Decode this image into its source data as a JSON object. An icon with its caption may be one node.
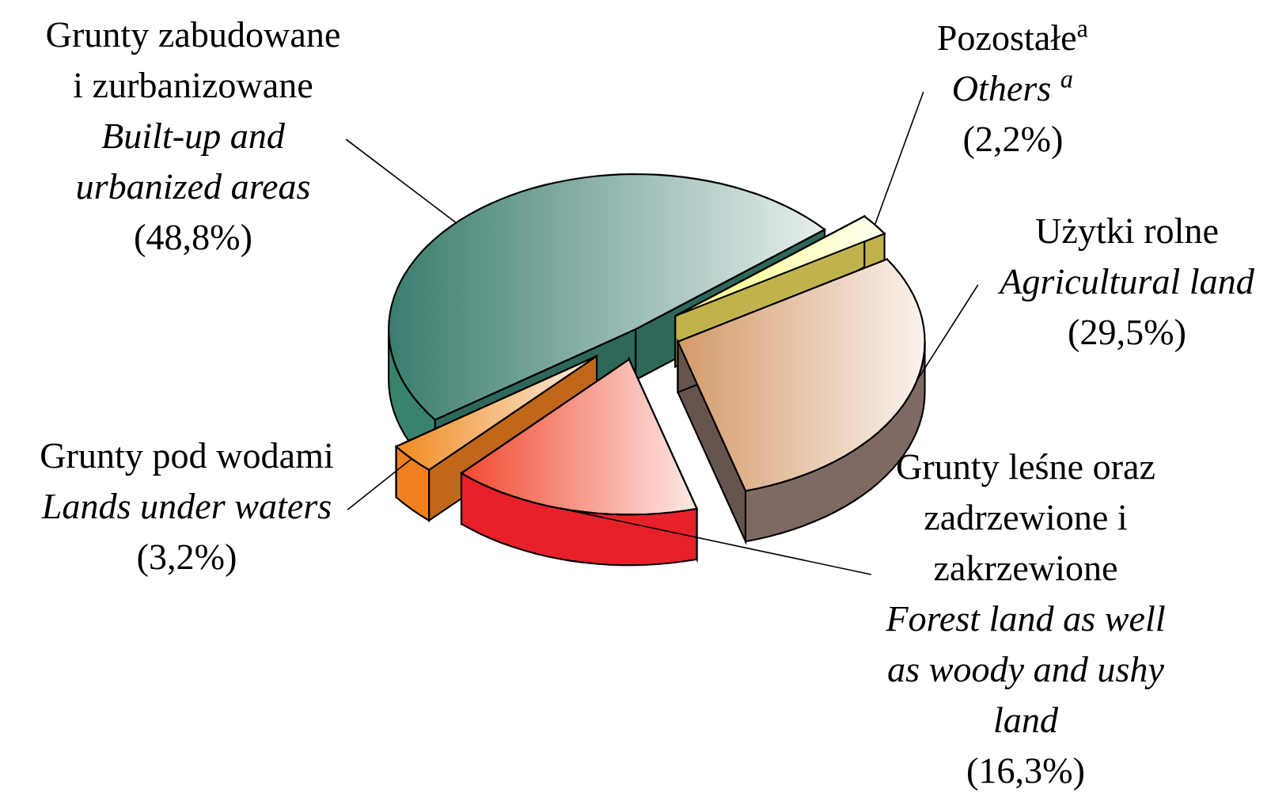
{
  "diagram": {
    "nodes": [
      {
        "text": [
          "Grunty zabudowane i zurbanizowane",
          "Built-up and urbanized areas",
          "(48,8%)"
        ]
      },
      {
        "text": [
          "Pozostałe$^{a}$",
          "Others $^{a}$",
          "(2,2%)"
        ]
      },
      {
        "text": [
          "Użytki rolne",
          "Agricultural land",
          "(29,5%)"
        ]
      },
      {
        "text": [
          "Grunty pod wodami",
          "Lands under waters",
          "(3,2%)"
        ]
      },
      {
        "text": [
          "Grunty leśne oraz zadrzewione i zakrzewione",
          "Forest land as well as woody and ushy land",
          "(16,3%)"
        ]
      },
      {
        "text": [],
        "shape": "slice"
      },
      {
        "text": [],
        "shape": "slice"
      },
      {
        "text": [],
        "shape": "slice"
      },
      {
        "text": [],
        "shape": "slice"
      },
      {
        "text": [],
        "shape": "slice"
      }
    ],
    "edges": [
      {
        "from": 0,
        "to": 5,
        "arrow": "none"
      },
      {
        "from": 1,
        "to": 6,
        "arrow": "none"
      },
      {
        "from": 2,
        "to": 7,
        "arrow": "none"
      },
      {
        "from": 3,
        "to": 8,
        "arrow": "none"
      },
      {
        "from": 4,
        "to": 9,
        "arrow": "none"
      }
    ]
  }
}
